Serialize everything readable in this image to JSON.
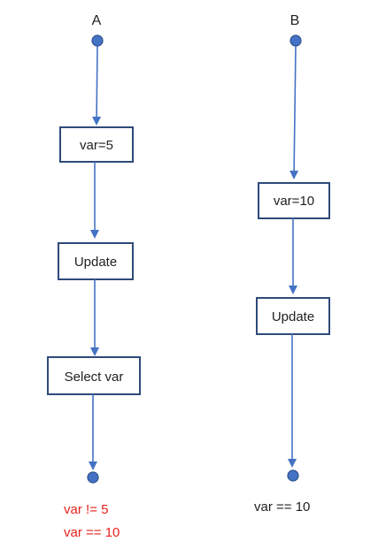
{
  "diagram": {
    "lanes": [
      {
        "label": "A",
        "steps": [
          "var=5",
          "Update",
          "Select var"
        ],
        "result_lines": [
          "var != 5",
          "var == 10"
        ]
      },
      {
        "label": "B",
        "steps": [
          "var=10",
          "Update"
        ],
        "result_lines": [
          "var == 10"
        ]
      }
    ],
    "colors": {
      "edge": "#4472c4",
      "box_border": "#2f4a7a",
      "note_highlight": "#e8221c"
    }
  }
}
